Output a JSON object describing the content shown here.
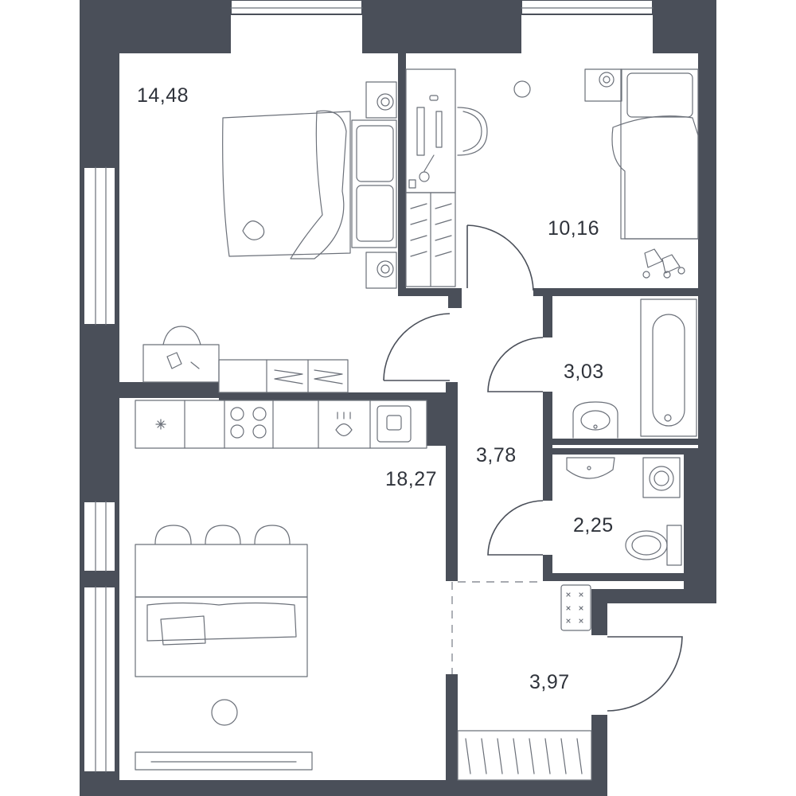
{
  "rooms": [
    {
      "id": "bedroom",
      "area": "14,48"
    },
    {
      "id": "kids-room",
      "area": "10,16"
    },
    {
      "id": "bathroom",
      "area": "3,03"
    },
    {
      "id": "hallway",
      "area": "3,78"
    },
    {
      "id": "toilet",
      "area": "2,25"
    },
    {
      "id": "kitchen-living",
      "area": "18,27"
    },
    {
      "id": "entrance",
      "area": "3,97"
    }
  ],
  "colors": {
    "wall": "#4a4f59",
    "furniture": "#6b7079",
    "background": "#ffffff"
  }
}
